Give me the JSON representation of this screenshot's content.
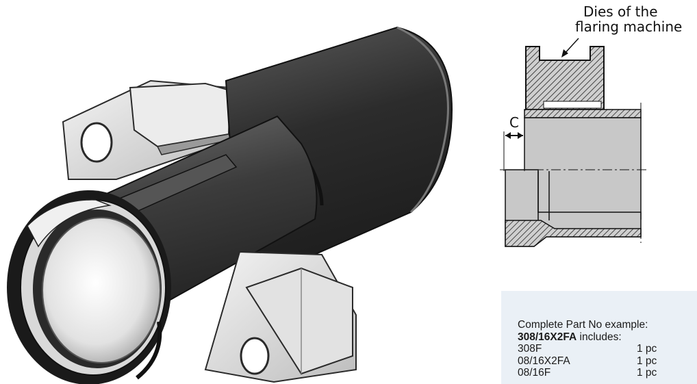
{
  "labels": {
    "dies_line1": "Dies of the",
    "dies_line2": "flaring machine",
    "c": "C"
  },
  "info": {
    "title": "Complete Part No example:",
    "part_number": "308/16X2FA",
    "includes_text": "includes:",
    "items": [
      {
        "code": "308F",
        "qty": "1 pc"
      },
      {
        "code": "08/16X2FA",
        "qty": "1 pc"
      },
      {
        "code": "08/16F",
        "qty": "1 pc"
      }
    ]
  },
  "colors": {
    "info_background": "#eaf0f6",
    "section_fill": "#c8c8c8",
    "metal_dark": "#3a3a3a",
    "metal_light": "#e6e6e6"
  }
}
